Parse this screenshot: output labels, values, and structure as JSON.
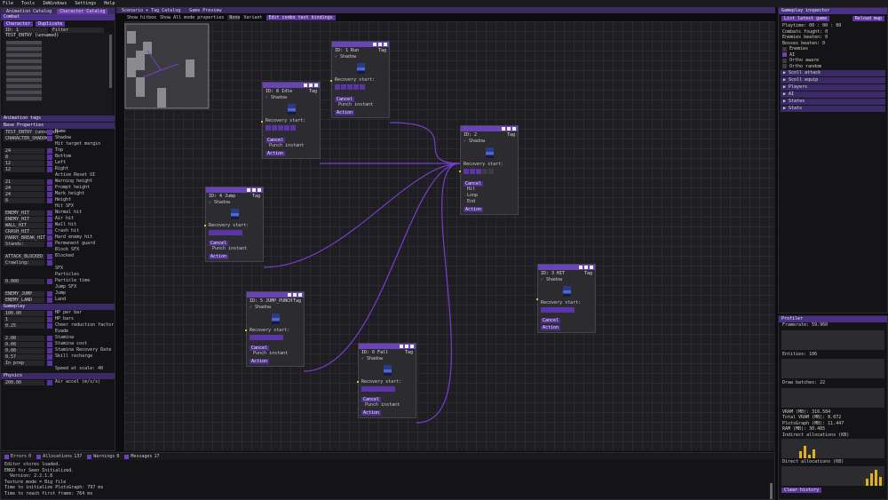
{
  "menu": [
    "File",
    "Tools",
    "ImWindows",
    "Settings",
    "Help"
  ],
  "left_tabs": [
    "Animation Catalog",
    "Character Catalog"
  ],
  "center_tabs": [
    "Scenario + Tag Catalog",
    "Game Preview"
  ],
  "graph_toolbar": {
    "show_hitbox": "Show hitbox",
    "show_all": "Show All mode properties",
    "none": "None",
    "variant_label": "Variant",
    "edit_combo": "Edit combo text bindings"
  },
  "left": {
    "combo_label": "Combat",
    "character_btn": "Character",
    "duplicate_btn": "Duplicate",
    "id_label": "ID: 1",
    "filter_label": "Filter",
    "selected_item": "TEST_ENTRY (unnamed)",
    "animation_tags": "Animation tags",
    "base_props": "Base Properties",
    "props": [
      {
        "v": "TEST_ENTRY (unnamed)",
        "l": "Name"
      },
      {
        "v": "CHARACTER_SHADOW",
        "l": "Shadow"
      },
      {
        "v": "",
        "l": "Hit target margin"
      },
      {
        "v": "24",
        "l": "Top"
      },
      {
        "v": "8",
        "l": "Bottom"
      },
      {
        "v": "12",
        "l": "Left"
      },
      {
        "v": "12",
        "l": "Right"
      },
      {
        "v": "",
        "l": "Active Reset UI"
      },
      {
        "v": "21",
        "l": "Warning height"
      },
      {
        "v": "24",
        "l": "Prompt height"
      },
      {
        "v": "24",
        "l": "Mark height"
      },
      {
        "v": "8",
        "l": "Height"
      },
      {
        "v": "",
        "l": "Hit SFX"
      },
      {
        "v": "ENEMY_HIT",
        "l": "Normal hit"
      },
      {
        "v": "ENEMY_HIT",
        "l": "Air hit"
      },
      {
        "v": "WALL_HIT",
        "l": "Wall hit"
      },
      {
        "v": "CRASH_HIT",
        "l": "Crash hit"
      },
      {
        "v": "PARRY_BREAK_HIT",
        "l": "Hard enemy hit"
      },
      {
        "v": "Stands:",
        "l": "Permanent guard"
      },
      {
        "v": "",
        "l": "Block SFX"
      },
      {
        "v": "ATTACK_BLOCKED",
        "l": "Blocked"
      },
      {
        "v": "Crawling:",
        "l": ""
      },
      {
        "v": "",
        "l": "SFX"
      },
      {
        "v": "",
        "l": "Particles"
      },
      {
        "v": "0.000",
        "l": "Particle time"
      },
      {
        "v": "",
        "l": "Jump SFX"
      },
      {
        "v": "ENEMY_JUMP",
        "l": "Jump"
      },
      {
        "v": "ENEMY_LAND",
        "l": "Land"
      }
    ],
    "gameplay": "Gameplay",
    "gprops": [
      {
        "v": "100.00",
        "l": "HP per bar"
      },
      {
        "v": "1",
        "l": "HP bars"
      },
      {
        "v": "0.25",
        "l": "Cheer reduction factor"
      },
      {
        "v": "",
        "l": "Evade"
      },
      {
        "v": "2.00",
        "l": "Stamina"
      },
      {
        "v": "0.00",
        "l": "Stamina cost"
      },
      {
        "v": "0.00",
        "l": "Stamina Recovery Rate"
      },
      {
        "v": "0.57",
        "l": "Skill recharge"
      },
      {
        "v": "In prep",
        "l": ""
      },
      {
        "v": "",
        "l": "Speed at scale: 40"
      }
    ],
    "physics": "Physics",
    "phys": [
      {
        "v": "200.00",
        "l": "Air accel (m/s/s)"
      }
    ]
  },
  "console": {
    "filters": [
      {
        "l": "Errors",
        "n": "0"
      },
      {
        "l": "Allocations",
        "n": "137"
      },
      {
        "l": "Warnings",
        "n": "0"
      },
      {
        "l": "Messages",
        "n": "17"
      }
    ],
    "lines": [
      "Editor stores loaded.",
      "ENGO for Seen Initialized.",
      "  Version: 2.2.1.8",
      "Texture mode = Big file",
      "Time to initialize PlotsGraph: 797 ms",
      "Time to reach first frame: 764 ms"
    ]
  },
  "nodes": [
    {
      "id": "ID: 1 Run",
      "tag": "Tag",
      "eff": "Shadow",
      "rec": "Recovery start:",
      "blocks": "bbbbb",
      "c1": "Cancel",
      "c2": "Punch instant",
      "act": "Action"
    },
    {
      "id": "ID: 8 Idle",
      "tag": "Tag",
      "eff": "Shadow",
      "rec": "Recovery start:",
      "blocks": "bbbbb",
      "c1": "Cancel",
      "c2": "Punch instant",
      "act": "Action"
    },
    {
      "id": "ID: 4 Jump",
      "tag": "Tag",
      "eff": "Shadow",
      "rec": "Recovery start:",
      "blocks": "bar",
      "c1": "Cancel",
      "c2": "Punch instant",
      "act": "Action"
    },
    {
      "id": "ID: 2",
      "tag": "Tag",
      "eff": "Shadow",
      "rec": "Recovery start:",
      "blocks": "bbbdd",
      "c1": "Cancel",
      "c2": "",
      "act": "Action",
      "outs": [
        "Hit",
        "Loop",
        "End"
      ]
    },
    {
      "id": "ID: 5 JUMP_PUNCH",
      "tag": "Tag",
      "eff": "Shadow",
      "rec": "Recovery start:",
      "blocks": "bar",
      "c1": "Cancel",
      "c2": "Punch instant",
      "act": "Action"
    },
    {
      "id": "ID: 6 Fall",
      "tag": "Tag",
      "eff": "Shadow",
      "rec": "Recovery start:",
      "blocks": "bar",
      "c1": "Cancel",
      "c2": "Punch instant",
      "act": "Action"
    },
    {
      "id": "ID: 3 HIT",
      "tag": "Tag",
      "eff": "Shadow",
      "rec": "Recovery start:",
      "blocks": "bar",
      "c1": "Cancel",
      "c2": "",
      "act": "Action"
    }
  ],
  "inspector": {
    "title": "Gameplay inspector",
    "list_btn": "List latest game",
    "reload_btn": "Reload map",
    "stats": [
      "Playtime: 00 : 00 : 00",
      "Combats fought: 0",
      "Enemies beaten: 0",
      "Bosses beaten: 0"
    ],
    "checks": [
      {
        "l": "Enemies",
        "c": false
      },
      {
        "l": "AI",
        "c": true
      },
      {
        "l": "Ortho aware",
        "c": false
      },
      {
        "l": "Ortho random",
        "c": false
      }
    ],
    "sections": [
      "Scoll attack",
      "Scoll equip",
      "Players",
      "AI",
      "States",
      "Stats"
    ]
  },
  "profiler": {
    "title": "Profiler",
    "framerate": "Framerate: 59.960",
    "entities": "Entities: 106",
    "draw": "Draw batches: 22",
    "stats": [
      "VRAM (MB): 316.584",
      "Total VRAM (MB): 8.072",
      "PlotsGraph (MB): 11.447",
      "RAM (MB): 30.485"
    ],
    "g1": "Indirect allocations (KB)",
    "g2": "Direct allocations (KB)",
    "clear": "Clear history"
  },
  "colors": {
    "accent": "#6b43b8",
    "header": "#4a2f86",
    "link": "#7a3cd0",
    "pin": "#e0c040"
  }
}
